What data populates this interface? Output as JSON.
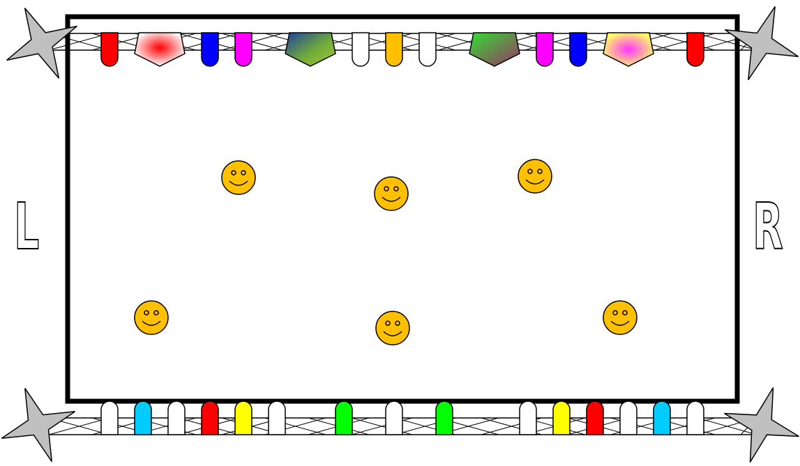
{
  "labels": {
    "left": "L",
    "right": "R"
  },
  "colors": {
    "frame": "#000000",
    "star": "#c0c0c0",
    "smiley": "#ffc000",
    "bulbs_top": [
      "#ff0000",
      "pentagon-red",
      "#0000ff",
      "#ff00ff",
      "pentagon-blue-green",
      "#ffffff",
      "#ffc000",
      "#ffffff",
      "pentagon-green-purple",
      "#ff00ff",
      "#0000ff",
      "pentagon-yellow-magenta",
      "#ff0000"
    ],
    "bulbs_bottom": [
      "#ffffff",
      "#00ccff",
      "#ffffff",
      "#ff0000",
      "#ffff00",
      "#ffffff",
      "#00ff00",
      "#ffffff",
      "#00ff00",
      "#ffffff",
      "#ffff00",
      "#ff0000",
      "#ffffff",
      "#00ccff",
      "#ffffff"
    ]
  },
  "icons": [
    "star-icon",
    "smiley-icon",
    "light-bulb-icon",
    "pentagon-light-icon"
  ],
  "smiley_count": 6
}
